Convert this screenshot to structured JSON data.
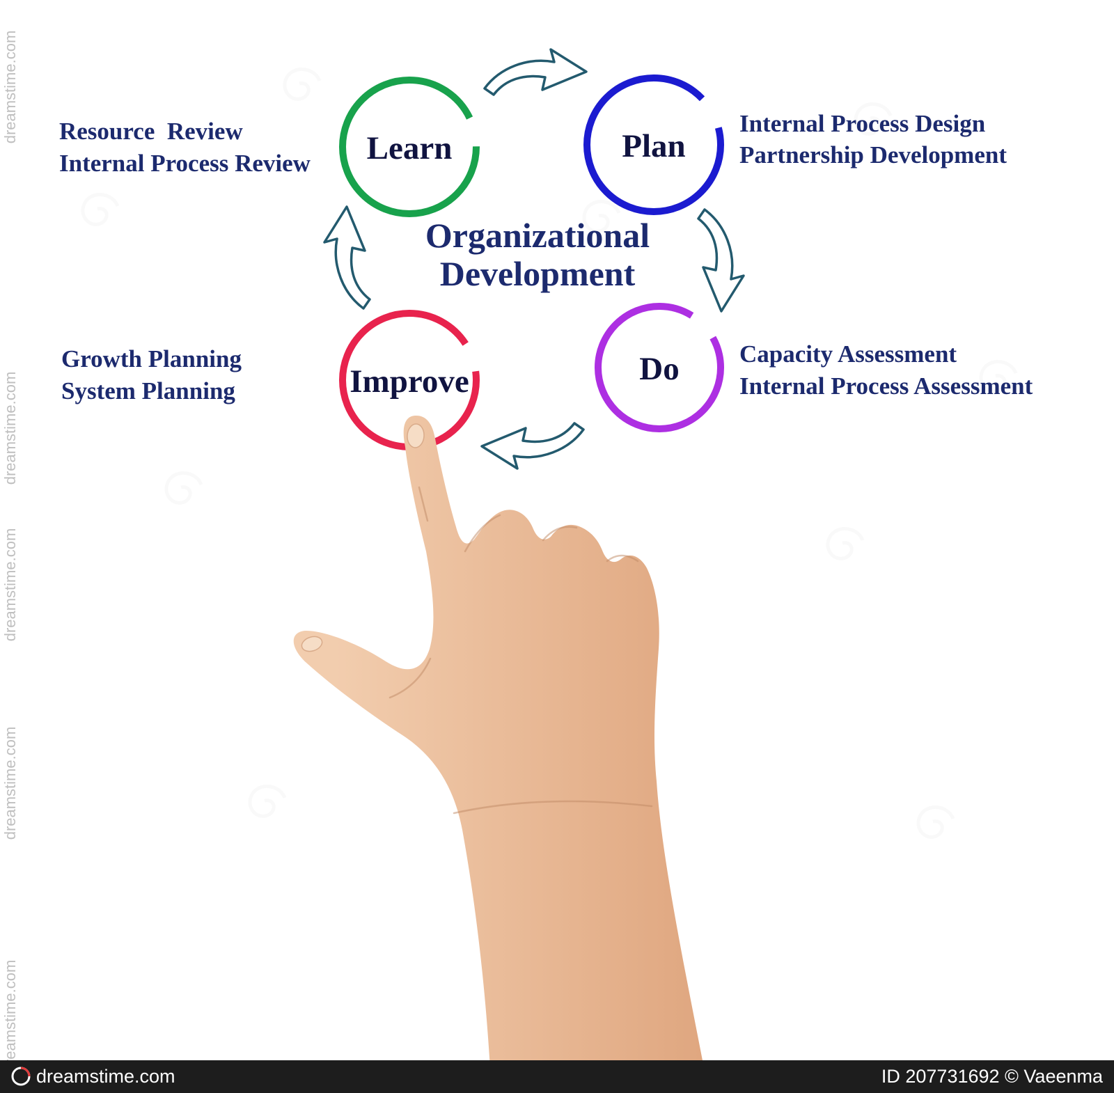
{
  "title": {
    "line1": "Organizational",
    "line2": "Development"
  },
  "nodes": [
    {
      "id": "learn",
      "label": "Learn",
      "color": "#18a24c"
    },
    {
      "id": "plan",
      "label": "Plan",
      "color": "#1b1bd0"
    },
    {
      "id": "improve",
      "label": "Improve",
      "color": "#e8234d"
    },
    {
      "id": "do",
      "label": "Do",
      "color": "#ad2fe2"
    }
  ],
  "annotations": {
    "learn": [
      "Resource  Review",
      "Internal Process Review"
    ],
    "plan": [
      "Internal Process Design",
      "Partnership Development"
    ],
    "improve": [
      "Growth Planning",
      "System Planning"
    ],
    "do": [
      "Capacity Assessment",
      "Internal Process Assessment"
    ]
  },
  "colors": {
    "text_navy": "#1c2a6e",
    "node_label": "#101340",
    "arrow_outline": "#235a6e"
  },
  "hand": {
    "skin_light": "#f2cdae",
    "skin_dark": "#dfa67f",
    "nail": "#f6ddc6",
    "crease": "#c08a66"
  },
  "watermark": {
    "brand": "dreamstime.com",
    "id_label": "ID 207731692 © Vaeenma"
  }
}
